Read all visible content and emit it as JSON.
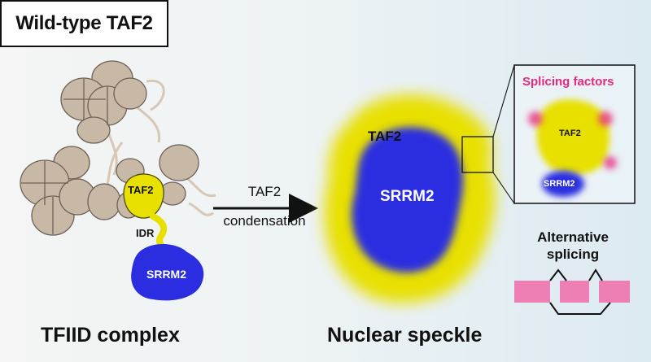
{
  "header": {
    "title": "Wild-type TAF2"
  },
  "left_panel": {
    "caption": "TFIID complex",
    "taf2_label": "TAF2",
    "idr_label": "IDR",
    "srrm2_label": "SRRM2"
  },
  "arrow": {
    "label_line1": "TAF2",
    "label_line2": "condensation"
  },
  "center_panel": {
    "caption": "Nuclear speckle",
    "taf2_label": "TAF2",
    "srrm2_label": "SRRM2"
  },
  "inset": {
    "title": "Splicing factors",
    "taf2_label": "TAF2",
    "srrm2_label": "SRRM2"
  },
  "right_panel": {
    "label_line1": "Alternative",
    "label_line2": "splicing"
  },
  "colors": {
    "taf2_yellow": "#e8e000",
    "srrm2_blue": "#2a2ee0",
    "tfiid_tan": "#c8b8a6",
    "splicing_pink": "#ee7fb4",
    "splicing_factor_magenta": "#e6287e"
  }
}
